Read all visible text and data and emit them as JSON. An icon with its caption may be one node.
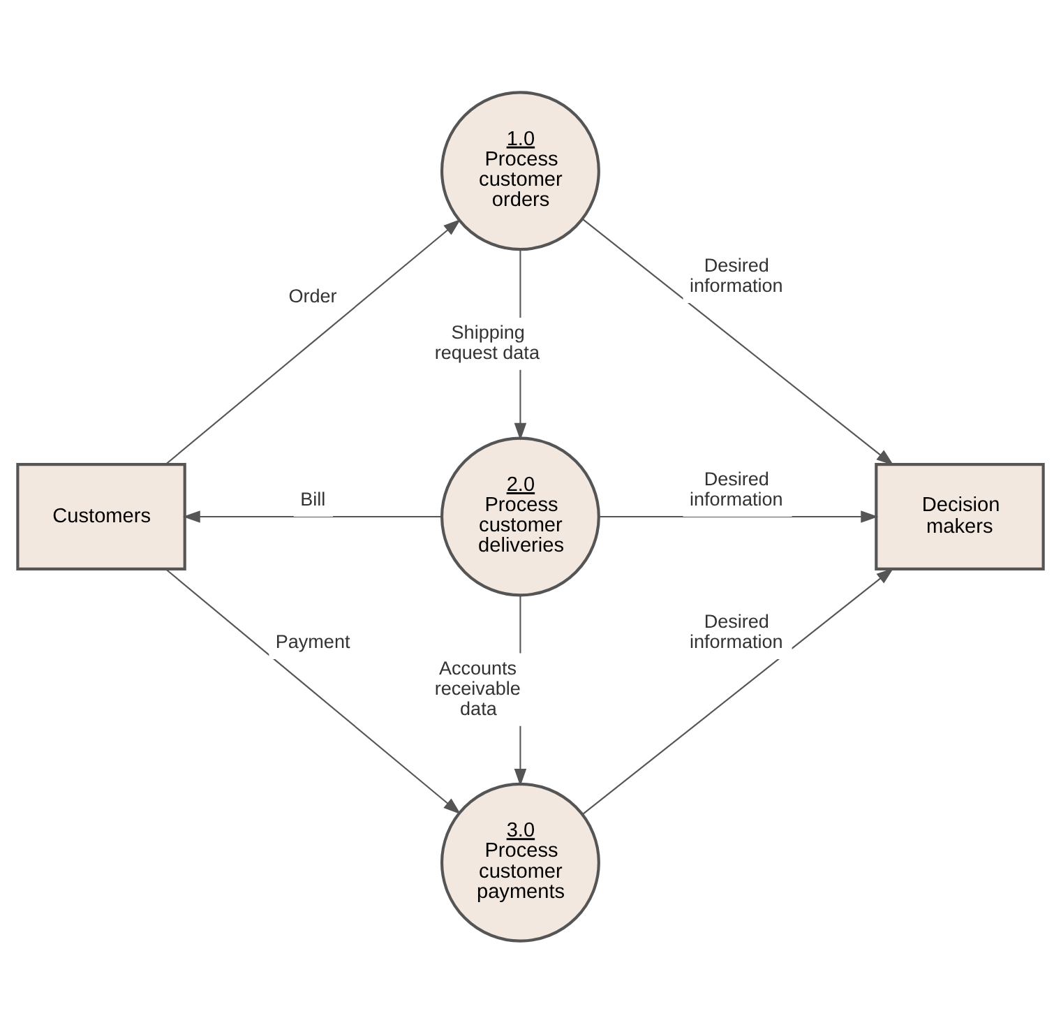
{
  "diagram": {
    "nodes": [
      {
        "text": [
          "Customers"
        ]
      },
      {
        "text": [
          "1.0",
          "Process customer orders"
        ]
      },
      {
        "text": [
          "2.0",
          "Process customer deliveries"
        ]
      },
      {
        "text": [
          "3.0",
          "Process customer payments"
        ]
      },
      {
        "text": [
          "Decision makers"
        ]
      }
    ],
    "edges": [
      {
        "from": 0,
        "to": 1,
        "arrow": "to",
        "label": "Order"
      },
      {
        "from": 1,
        "to": 2,
        "arrow": "to",
        "label": "Shipping request data"
      },
      {
        "from": 1,
        "to": 4,
        "arrow": "to",
        "label": "Desired information"
      },
      {
        "from": 2,
        "to": 0,
        "arrow": "to",
        "label": "Bill"
      },
      {
        "from": 2,
        "to": 4,
        "arrow": "to",
        "label": "Desired information"
      },
      {
        "from": 0,
        "to": 3,
        "arrow": "to",
        "label": "Payment"
      },
      {
        "from": 2,
        "to": 3,
        "arrow": "to",
        "label": "Accounts receivable data"
      },
      {
        "from": 3,
        "to": 4,
        "arrow": "to",
        "label": "Desired information"
      }
    ]
  }
}
